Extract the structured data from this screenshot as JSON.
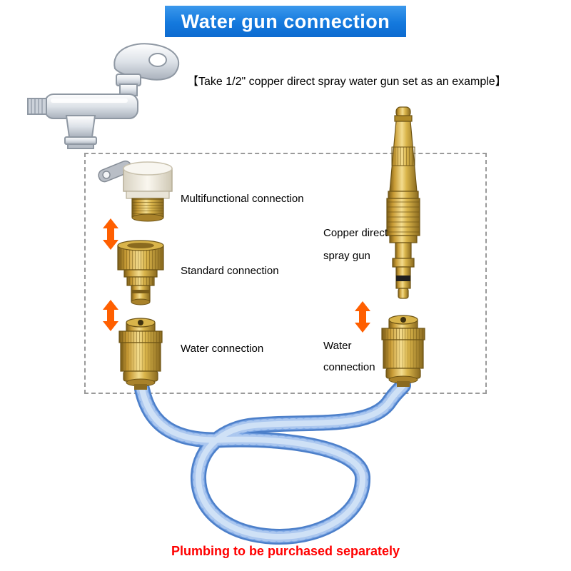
{
  "header": {
    "title": "Water gun connection"
  },
  "subtitle": "【Take 1/2\" copper direct spray water gun set as an example】",
  "colors": {
    "banner_blue": "#1479dd",
    "arrow_orange": "#ff5f00",
    "brass_gold": "#c9992b",
    "hose_blue": "#7fa9e6",
    "footer_red": "#ff0000"
  },
  "parts": {
    "multifunctional": {
      "label": "Multifunctional connection"
    },
    "standard": {
      "label": "Standard connection"
    },
    "water_left": {
      "label": "Water connection"
    },
    "spray_gun": {
      "label_line1": "Copper direct",
      "label_line2": "spray gun"
    },
    "water_right": {
      "label_line1": "Water",
      "label_line2": "connection"
    }
  },
  "footer": {
    "note": "Plumbing to be purchased separately"
  }
}
